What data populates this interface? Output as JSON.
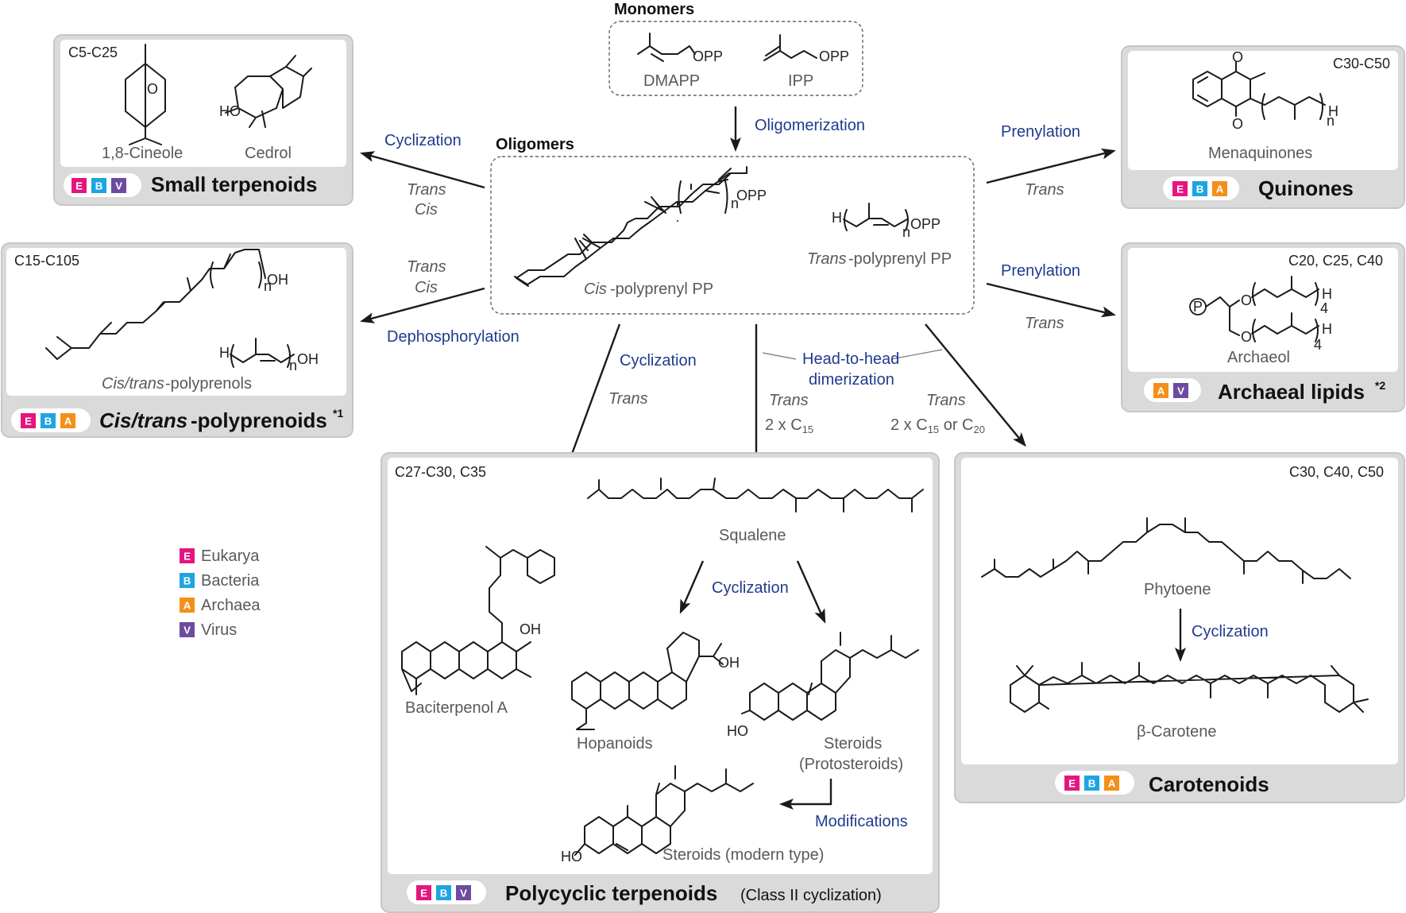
{
  "monomers": {
    "title": "Monomers",
    "items": [
      "DMAPP",
      "IPP"
    ],
    "opp": "OPP"
  },
  "oligomers": {
    "title": "Oligomers",
    "cis_pp_italic": "Cis",
    "cis_pp_rest": "-polyprenyl PP",
    "trans_pp_italic": "Trans",
    "trans_pp_rest": "-polyprenyl PP",
    "opp": "OPP",
    "n": "n",
    "h": "H"
  },
  "arrows": {
    "oligomerization": "Oligomerization",
    "cyclization": "Cyclization",
    "dephosphorylation": "Dephosphorylation",
    "prenylation": "Prenylation",
    "head_to_head_1": "Head-to-head",
    "head_to_head_2": "dimerization",
    "modifications": "Modifications",
    "trans": "Trans",
    "cis": "Cis",
    "two_c15": "2 x C",
    "two_c15_or_c20_a": "2 x C",
    "two_c15_or_c20_b": " or C"
  },
  "domains_legend": [
    {
      "letter": "E",
      "name": "Eukarya",
      "color": "#e5157f"
    },
    {
      "letter": "B",
      "name": "Bacteria",
      "color": "#1ea5e0"
    },
    {
      "letter": "A",
      "name": "Archaea",
      "color": "#f39019"
    },
    {
      "letter": "V",
      "name": "Virus",
      "color": "#6d4ba0"
    }
  ],
  "panels": {
    "small_terpenoids": {
      "title": "Small terpenoids",
      "range": "C5-C25",
      "molecules": [
        "1,8-Cineole",
        "Cedrol"
      ],
      "ho": "HO",
      "o": "O",
      "badges": [
        "E",
        "B",
        "V"
      ]
    },
    "polyprenoids": {
      "title_italic": "Cis/trans",
      "title_rest": "-polyprenoids",
      "footnote": "*1",
      "range": "C15-C105",
      "molecule_italic": "Cis/trans",
      "molecule_rest": "-polyprenols",
      "oh": "OH",
      "n": "n",
      "h": "H",
      "badges": [
        "E",
        "B",
        "A"
      ]
    },
    "quinones": {
      "title": "Quinones",
      "range": "C30-C50",
      "molecule": "Menaquinones",
      "o": "O",
      "h": "H",
      "n": "n",
      "badges": [
        "E",
        "B",
        "A"
      ]
    },
    "archaeal_lipids": {
      "title": "Archaeal lipids",
      "footnote": "*2",
      "range": "C20, C25, C40",
      "molecule": "Archaeol",
      "p": "P",
      "o": "O",
      "h": "H",
      "four": "4",
      "badges": [
        "A",
        "V"
      ]
    },
    "polycyclic": {
      "title": "Polycyclic terpenoids",
      "subtitle": "(Class II cyclization)",
      "range": "C27-C30, C35",
      "molecules": {
        "squalene": "Squalene",
        "baciterpenol": "Baciterpenol A",
        "hopanoids": "Hopanoids",
        "steroids_1": "Steroids",
        "steroids_2": "(Protosteroids)",
        "steroids_modern": "Steroids (modern type)"
      },
      "cyclization": "Cyclization",
      "oh": "OH",
      "ho": "HO",
      "badges": [
        "E",
        "B",
        "V"
      ]
    },
    "carotenoids": {
      "title": "Carotenoids",
      "range": "C30, C40, C50",
      "molecules": [
        "Phytoene",
        "β-Carotene"
      ],
      "cyclization": "Cyclization",
      "badges": [
        "E",
        "B",
        "A"
      ]
    }
  }
}
